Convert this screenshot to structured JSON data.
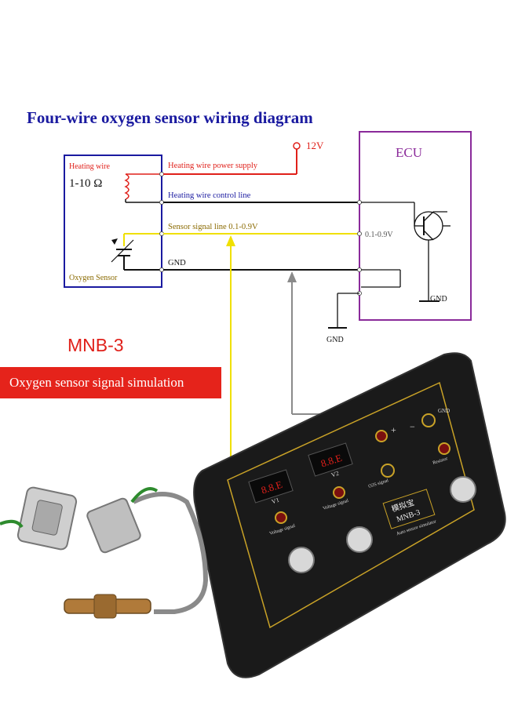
{
  "title": "Four-wire oxygen sensor wiring diagram",
  "model": "MNB-3",
  "banner": "Oxygen sensor signal simulation",
  "sensor_box": {
    "heating_wire": "Heating wire",
    "resistance": "1-10 Ω",
    "oxygen_sensor": "Oxygen Sensor"
  },
  "lines": {
    "heating_power": "Heating wire power supply",
    "heating_control": "Heating wire control line",
    "sensor_signal": "Sensor signal line 0.1-0.9V",
    "gnd": "GND"
  },
  "ecu": {
    "label": "ECU",
    "voltage": "0.1-0.9V",
    "gnd": "GND"
  },
  "supply": "12V",
  "ground_label": "GND",
  "device": {
    "display1": "8.8.E",
    "display2": "8.8.E",
    "v1": "V1",
    "v2": "V2",
    "name_cn": "模拟宝",
    "name": "MNB-3",
    "subtitle": "Auto sensor simulator",
    "gnd_port": "GND",
    "plus": "+",
    "minus": "−",
    "o2_signal": "O2S signal",
    "resistor": "Resistor",
    "voltage_signal": "Voltage signal",
    "voltage_signal2": "Voltage signal"
  },
  "colors": {
    "title": "#1a1aa0",
    "red_wire": "#e0201a",
    "blue_wire": "#1a1aa0",
    "signal_wire": "#f0e000",
    "ecu_box": "#8a2a9a",
    "gnd_pointer": "#8a8a8a",
    "banner": "#e5231b"
  }
}
